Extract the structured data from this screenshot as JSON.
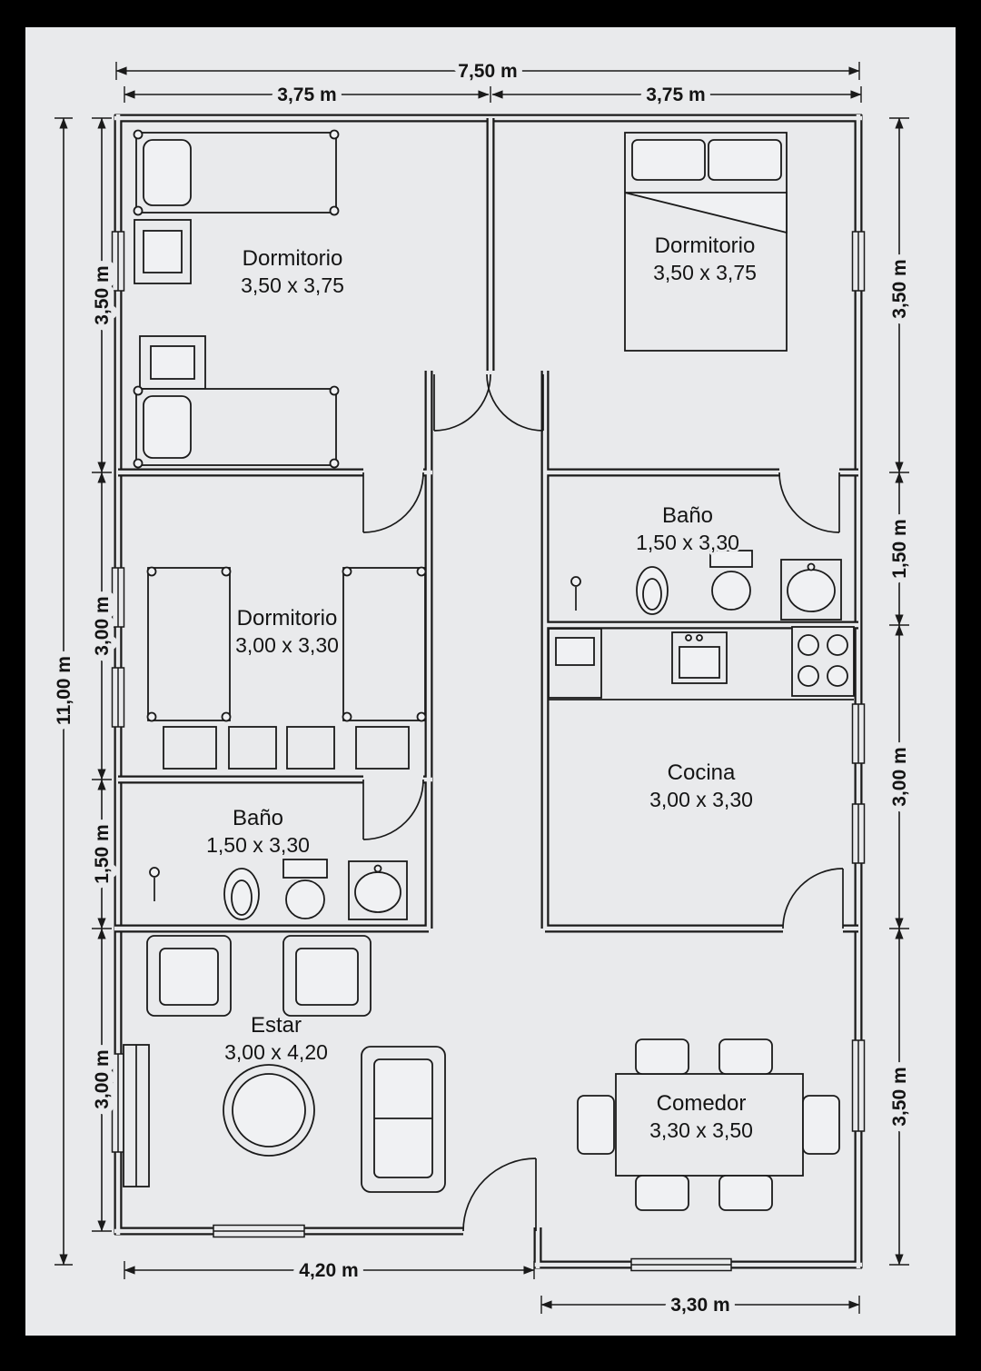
{
  "colors": {
    "ink": "#1a1a1a",
    "paper": "#e9eaec",
    "frame": "#000000"
  },
  "plan": {
    "rooms": {
      "dormitorio1": {
        "label": "Dormitorio",
        "size": "3,50 x 3,75"
      },
      "dormitorio2": {
        "label": "Dormitorio",
        "size": "3,50 x 3,75"
      },
      "dormitorio3": {
        "label": "Dormitorio",
        "size": "3,00 x 3,30"
      },
      "bano_derecho": {
        "label": "Baño",
        "size": "1,50 x 3,30"
      },
      "bano_izquierdo": {
        "label": "Baño",
        "size": "1,50 x 3,30"
      },
      "cocina": {
        "label": "Cocina",
        "size": "3,00 x 3,30"
      },
      "estar": {
        "label": "Estar",
        "size": "3,00 x 4,20"
      },
      "comedor": {
        "label": "Comedor",
        "size": "3,30 x 3,50"
      }
    },
    "dims": {
      "top_total": "7,50 m",
      "top_left": "3,75 m",
      "top_right": "3,75 m",
      "left_total": "11,00 m",
      "left_top": "3,50 m",
      "left_mid": "3,00 m",
      "left_bath": "1,50 m",
      "left_bottom": "3,00 m",
      "right_top": "3,50 m",
      "right_bath": "1,50 m",
      "right_mid": "3,00 m",
      "right_bottom": "3,50 m",
      "bottom_left": "4,20 m",
      "bottom_right": "3,30 m"
    }
  }
}
